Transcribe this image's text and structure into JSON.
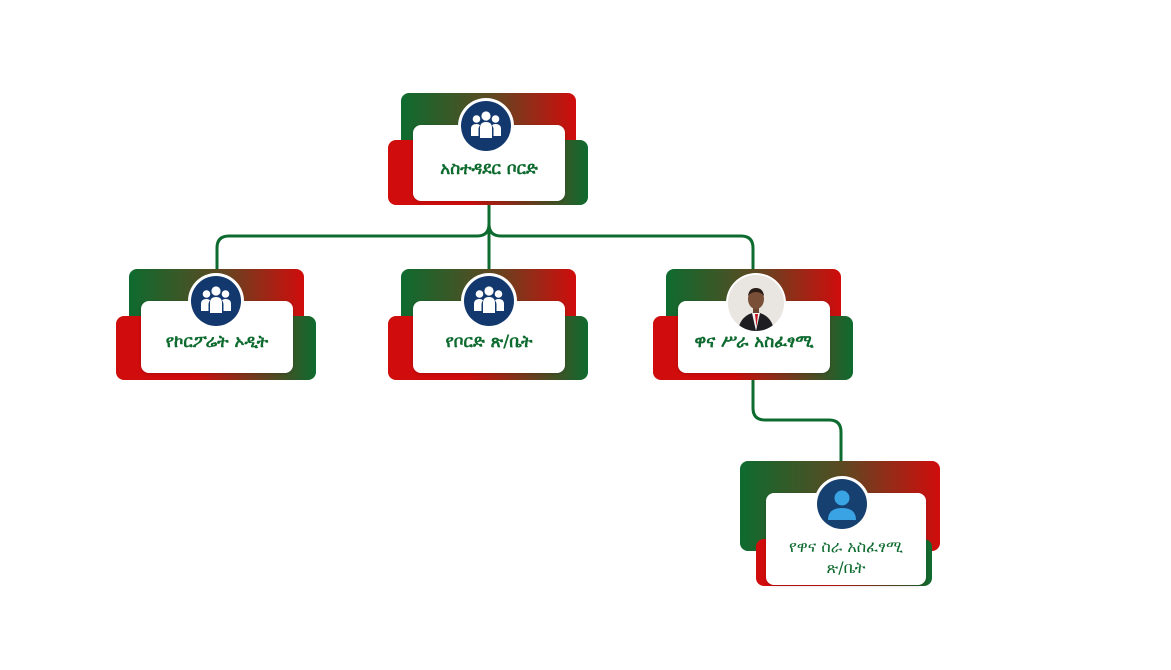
{
  "colors": {
    "green": "#0e6b2f",
    "red": "#d00c0c",
    "icon_navy": "#13386e",
    "connector": "#0e6b2f"
  },
  "nodes": {
    "board": {
      "label": "አስተዳደር ቦርድ",
      "icon": "group-icon"
    },
    "audit": {
      "label": "የኮርፖሬት ኦዲት",
      "icon": "group-icon"
    },
    "secretariat": {
      "label": "የቦርድ ጽ/ቤት",
      "icon": "group-icon"
    },
    "ceo": {
      "label": "ዋና ሥራ አስፈፃሚ",
      "icon": "executive-photo"
    },
    "ceo_office": {
      "label_line1": "የዋና ስራ አስፈፃሚ",
      "label_line2": "ጽ/ቤት",
      "icon": "person-icon"
    }
  }
}
